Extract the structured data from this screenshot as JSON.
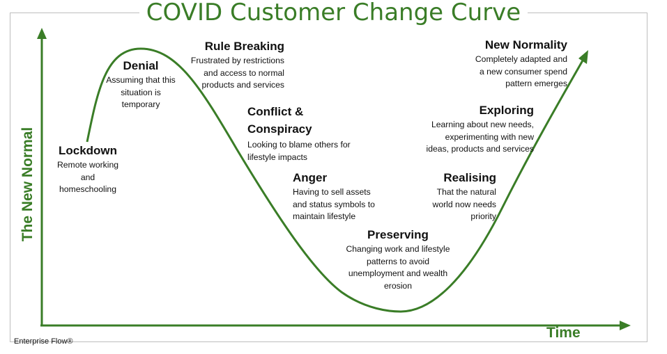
{
  "title": "COVID Customer Change Curve",
  "y_axis_label": "The New Normal",
  "x_axis_label": "Time",
  "credit": "Enterprise Flow®",
  "colors": {
    "accent": "#3a7d27",
    "frame": "#bdbdbd",
    "text": "#111111"
  },
  "stages": [
    {
      "title": "Lockdown",
      "description": "Remote working\nand\nhomeschooling"
    },
    {
      "title": "Denial",
      "description": "Assuming that this\nsituation is\ntemporary"
    },
    {
      "title": "Rule Breaking",
      "description": "Frustrated by restrictions\nand access to normal\nproducts and services"
    },
    {
      "title": "Conflict &\nConspiracy",
      "description": "Looking to blame others for\nlifestyle impacts"
    },
    {
      "title": "Anger",
      "description": "Having to sell assets\nand status symbols to\nmaintain lifestyle"
    },
    {
      "title": "Preserving",
      "description": "Changing work and lifestyle\npatterns to avoid\nunemployment and wealth\nerosion"
    },
    {
      "title": "Realising",
      "description": "That the natural\nworld now needs\npriority"
    },
    {
      "title": "Exploring",
      "description": "Learning about new needs,\nexperimenting with new\nideas, products and services"
    },
    {
      "title": "New Normality",
      "description": "Completely adapted and\na new consumer spend\npattern emerges"
    }
  ]
}
